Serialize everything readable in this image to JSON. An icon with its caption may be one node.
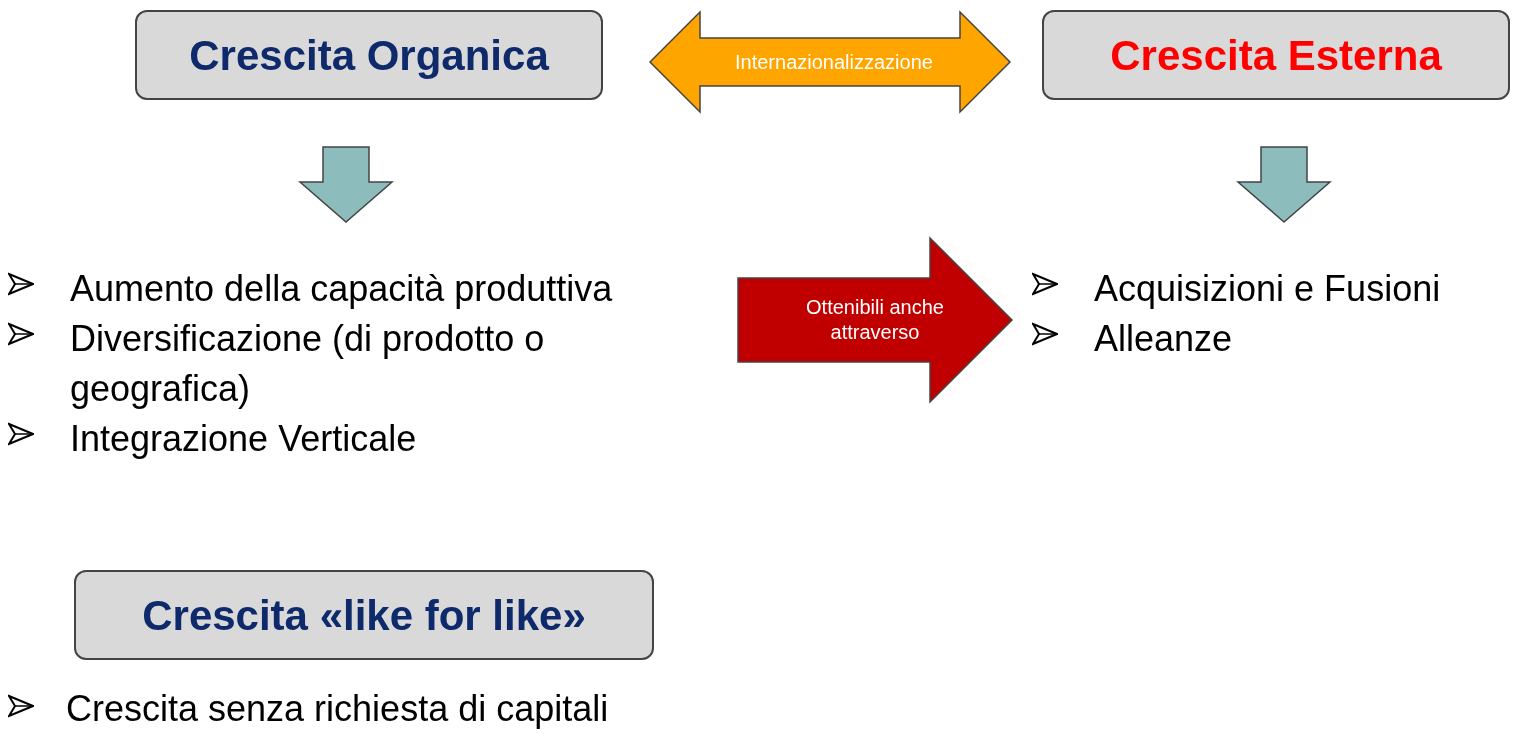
{
  "diagram": {
    "nodes": [
      {
        "text": [
          "Crescita Organica"
        ]
      },
      {
        "text": [
          "Crescita Esterna"
        ]
      },
      {
        "text": [
          "Aumento della capacità produttiva",
          "Diversificazione (di prodotto o geografica)",
          "Integrazione Verticale"
        ]
      },
      {
        "text": [
          "Acquisizioni e Fusioni",
          "Alleanze"
        ]
      },
      {
        "text": [
          "Crescita «like for like»"
        ]
      }
    ],
    "edges": [
      {
        "from": 0,
        "to": 1,
        "arrow": "both",
        "label": "Internazionalizzazione",
        "style": "thick",
        "color": "#ffa500"
      },
      {
        "from": 0,
        "to": 2,
        "arrow": "to",
        "style": "thick",
        "color": "#8cbcbc"
      },
      {
        "from": 1,
        "to": 3,
        "arrow": "to",
        "style": "thick",
        "color": "#8cbcbc"
      },
      {
        "from": 2,
        "to": 3,
        "arrow": "to",
        "label": "Ottenibili anche attraverso",
        "style": "thick",
        "color": "#c00000"
      }
    ],
    "labels": [
      "Crescita senza richiesta di capitali"
    ]
  }
}
